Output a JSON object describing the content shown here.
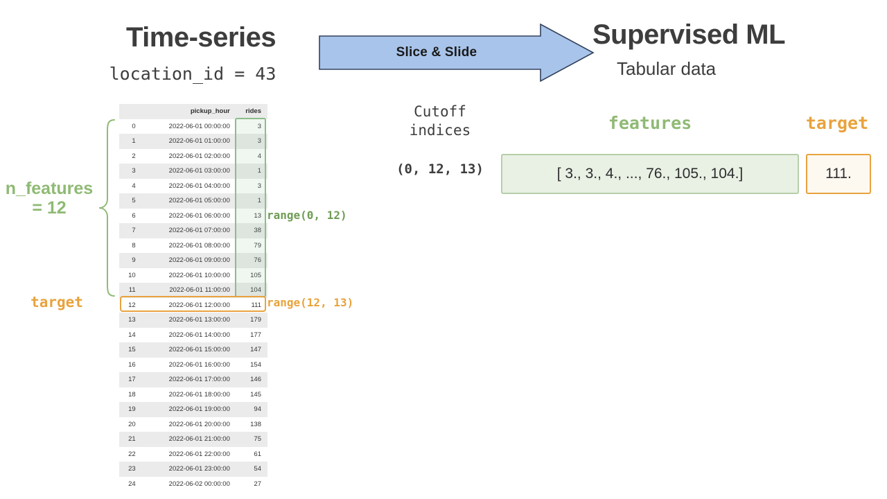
{
  "left_panel": {
    "title": "Time-series",
    "subtitle": "location_id = 43",
    "n_features_label_line1": "n_features",
    "n_features_label_line2": "= 12",
    "target_label": "target",
    "range_features": "range(0, 12)",
    "range_target": "range(12, 13)"
  },
  "arrow": {
    "label": "Slice & Slide",
    "fill_color": "#a8c4ea",
    "border_color": "#33415c"
  },
  "cutoff": {
    "title_line1": "Cutoff",
    "title_line2": "indices",
    "values": "(0, 12, 13)"
  },
  "right_panel": {
    "title": "Supervised ML",
    "subtitle": "Tabular data",
    "features_heading": "features",
    "target_heading": "target",
    "features_value": "[ 3.,  3.,  4., ..., 76., 105., 104.]",
    "target_value": "111."
  },
  "colors": {
    "green": "#8fba74",
    "green_dark": "#6f9c55",
    "orange": "#e8a33d",
    "text": "#3d3d3d",
    "table_stripe": "#ebebeb"
  },
  "table": {
    "columns": [
      "",
      "pickup_hour",
      "rides"
    ],
    "rows": [
      [
        "0",
        "2022-06-01 00:00:00",
        "3"
      ],
      [
        "1",
        "2022-06-01 01:00:00",
        "3"
      ],
      [
        "2",
        "2022-06-01 02:00:00",
        "4"
      ],
      [
        "3",
        "2022-06-01 03:00:00",
        "1"
      ],
      [
        "4",
        "2022-06-01 04:00:00",
        "3"
      ],
      [
        "5",
        "2022-06-01 05:00:00",
        "1"
      ],
      [
        "6",
        "2022-06-01 06:00:00",
        "13"
      ],
      [
        "7",
        "2022-06-01 07:00:00",
        "38"
      ],
      [
        "8",
        "2022-06-01 08:00:00",
        "79"
      ],
      [
        "9",
        "2022-06-01 09:00:00",
        "76"
      ],
      [
        "10",
        "2022-06-01 10:00:00",
        "105"
      ],
      [
        "11",
        "2022-06-01 11:00:00",
        "104"
      ],
      [
        "12",
        "2022-06-01 12:00:00",
        "111"
      ],
      [
        "13",
        "2022-06-01 13:00:00",
        "179"
      ],
      [
        "14",
        "2022-06-01 14:00:00",
        "177"
      ],
      [
        "15",
        "2022-06-01 15:00:00",
        "147"
      ],
      [
        "16",
        "2022-06-01 16:00:00",
        "154"
      ],
      [
        "17",
        "2022-06-01 17:00:00",
        "146"
      ],
      [
        "18",
        "2022-06-01 18:00:00",
        "145"
      ],
      [
        "19",
        "2022-06-01 19:00:00",
        "94"
      ],
      [
        "20",
        "2022-06-01 20:00:00",
        "138"
      ],
      [
        "21",
        "2022-06-01 21:00:00",
        "75"
      ],
      [
        "22",
        "2022-06-01 22:00:00",
        "61"
      ],
      [
        "23",
        "2022-06-01 23:00:00",
        "54"
      ],
      [
        "24",
        "2022-06-02 00:00:00",
        "27"
      ]
    ]
  }
}
